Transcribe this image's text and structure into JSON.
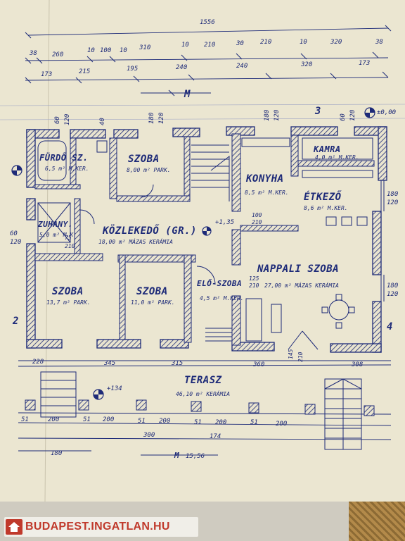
{
  "rooms": {
    "furdo": {
      "name": "FÜRDŐ SZ.",
      "area": "6,5 m² M.KER."
    },
    "szoba_top": {
      "name": "SZOBA",
      "area": "8,00 m² PARK."
    },
    "konyha": {
      "name": "KONYHA",
      "area": "8,5 m² M.KER."
    },
    "etkezo": {
      "name": "ÉTKEZŐ",
      "area": "8,6 m² M.KER."
    },
    "kamra": {
      "name": "KAMRA",
      "area": "4,0 m² M.KER."
    },
    "zuhany": {
      "name": "ZUHANY.",
      "area": "5,0 m² M.K."
    },
    "kozlekedo": {
      "name": "KÖZLEKEDŐ (GR.)",
      "area": "18,00 m² MÁZAS KERÁMIA"
    },
    "nappali": {
      "name": "NAPPALI SZOBA",
      "area": "27,00 m² MÁZAS KERÁMIA"
    },
    "szoba_left": {
      "name": "SZOBA",
      "area": "13,7 m² PARK."
    },
    "szoba_mid": {
      "name": "SZOBA",
      "area": "11,0 m² PARK."
    },
    "eloszoba": {
      "name": "ELŐ-SZOBA",
      "area": "4,5 m² M.KER."
    },
    "terasz": {
      "name": "TERASZ",
      "area": "46,10 m² KERÁMIA"
    }
  },
  "dimensions": {
    "total": "1556",
    "row1": [
      "38",
      "260",
      "10",
      "100",
      "10",
      "310",
      "10",
      "210",
      "30",
      "210",
      "10",
      "320",
      "38"
    ],
    "row2": [
      "173",
      "215",
      "195",
      "240",
      "240",
      "320",
      "173"
    ],
    "bottom": [
      "228",
      "345",
      "315",
      "360",
      "308"
    ],
    "bottom2": [
      "51",
      "200",
      "51",
      "200",
      "51",
      "200",
      "51",
      "200",
      "51",
      "200"
    ],
    "bottom3": [
      "180",
      "300",
      "174",
      "15,56"
    ],
    "side": [
      "180",
      "120",
      "60",
      "120",
      "180",
      "120"
    ],
    "small": [
      "60",
      "120",
      "40",
      "180",
      "120",
      "180",
      "120",
      "60",
      "120",
      "100",
      "210",
      "75",
      "210",
      "125",
      "210",
      "145",
      "210"
    ],
    "elevation_top": "±0,00",
    "elevation_terrace": "+134",
    "elevation_hall": "+1,35",
    "axis_label": "M",
    "axis_bottom": "M",
    "section_marks": [
      "2",
      "3",
      "4"
    ]
  },
  "watermark": {
    "text": "BUDAPEST.INGATLAN.HU"
  },
  "colors": {
    "ink": "#1d2a78",
    "paper": "#ece7d3",
    "brand": "#c0392b"
  }
}
